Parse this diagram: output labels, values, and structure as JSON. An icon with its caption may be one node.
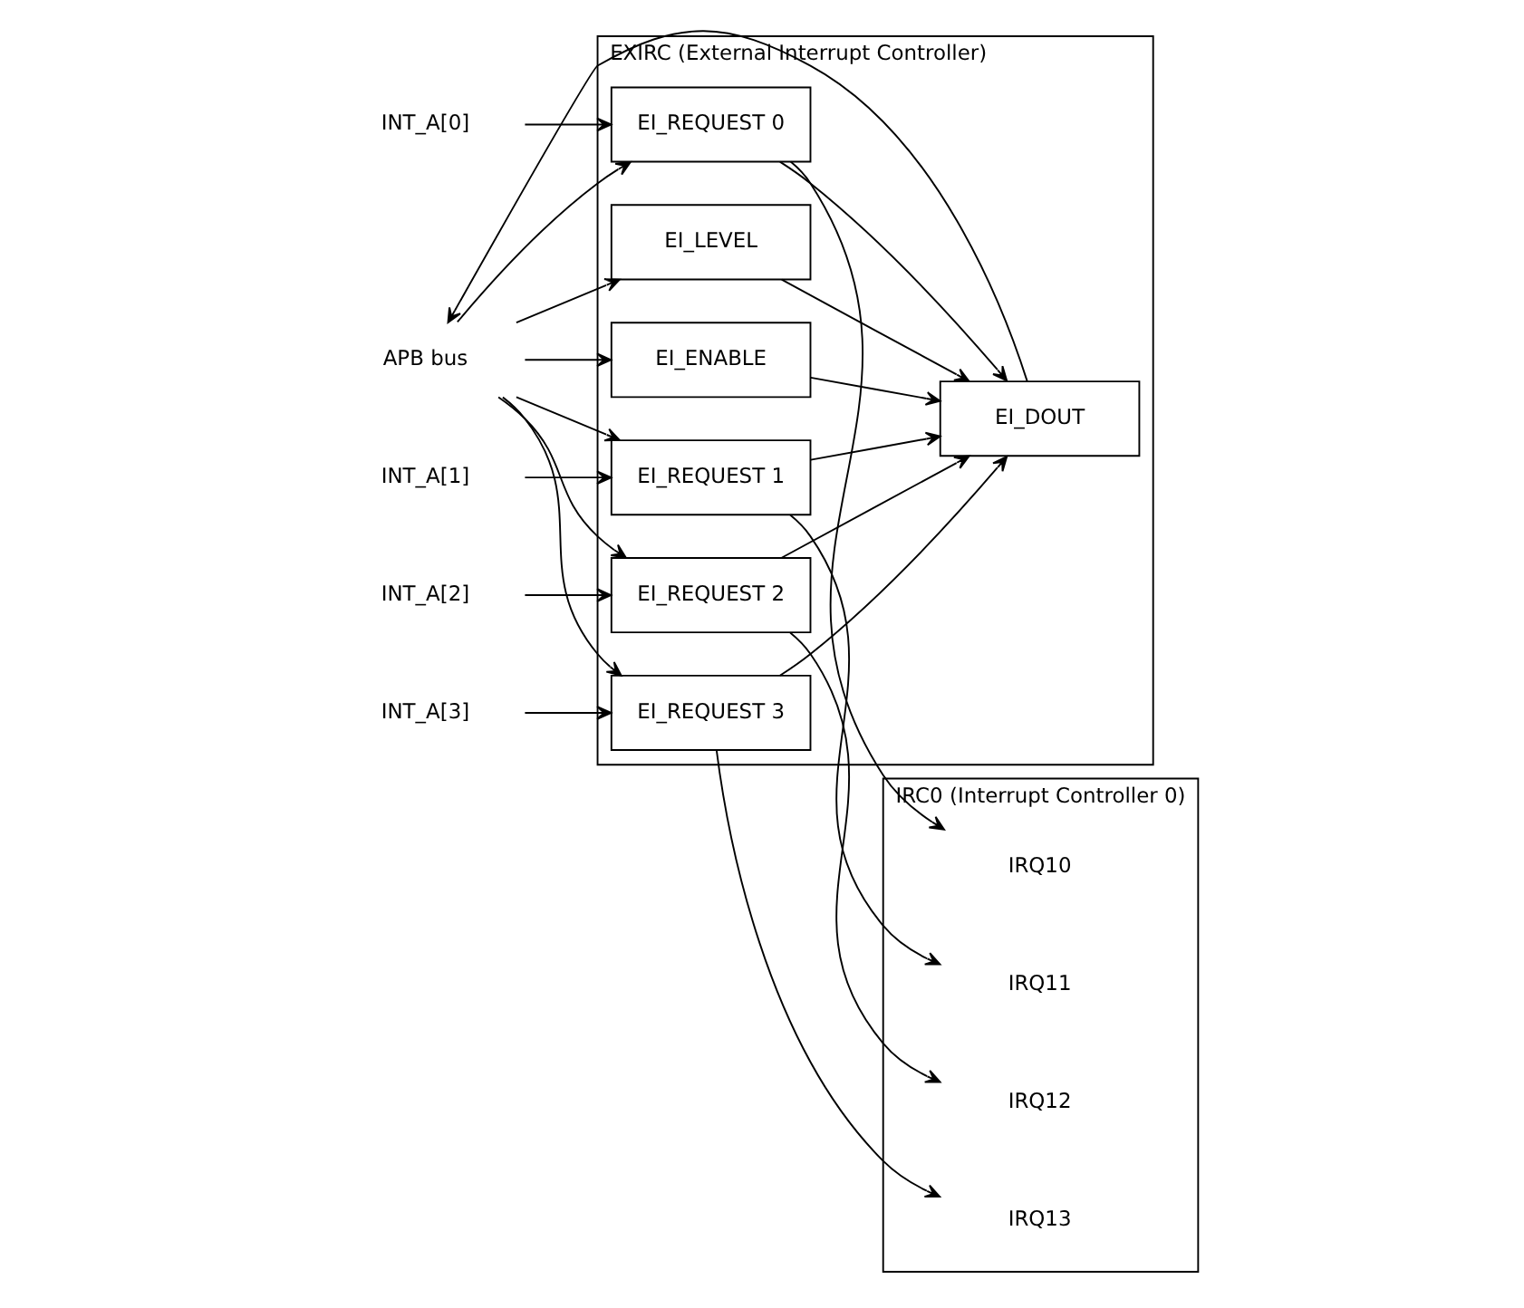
{
  "diagram": {
    "nodes": [
      {
        "text": [
          "EXIRC (External Interrupt Controller)"
        ]
      },
      {
        "text": [
          "EI_DOUT"
        ],
        "in": 0
      },
      {
        "text": [
          "EI_ENABLE"
        ],
        "in": 0
      },
      {
        "text": [
          "EI_LEVEL"
        ],
        "in": 0
      },
      {
        "text": [
          "EI_REQUEST 0"
        ],
        "in": 0
      },
      {
        "text": [
          "EI_REQUEST 1"
        ],
        "in": 0
      },
      {
        "text": [
          "EI_REQUEST 2"
        ],
        "in": 0
      },
      {
        "text": [
          "EI_REQUEST 3"
        ],
        "in": 0
      },
      {
        "text": [
          "IRC0 (Interrupt Controller 0)"
        ]
      },
      {
        "text": [
          "IRQ10"
        ],
        "in": 8
      },
      {
        "text": [
          "IRQ11"
        ],
        "in": 8
      },
      {
        "text": [
          "IRQ12"
        ],
        "in": 8
      },
      {
        "text": [
          "IRQ13"
        ],
        "in": 8
      },
      {
        "text": [
          "APB bus"
        ]
      },
      {
        "text": [
          "INT_A[0]"
        ]
      },
      {
        "text": [
          "INT_A[1]"
        ]
      },
      {
        "text": [
          "INT_A[2]"
        ]
      },
      {
        "text": [
          "INT_A[3]"
        ]
      }
    ],
    "edges": [
      {
        "from": 1,
        "to": 13,
        "arrow": "to"
      },
      {
        "from": 13,
        "to": 2,
        "arrow": "to"
      },
      {
        "from": 13,
        "to": 3,
        "arrow": "to"
      },
      {
        "from": 13,
        "to": 4,
        "arrow": "to"
      },
      {
        "from": 13,
        "to": 5,
        "arrow": "to"
      },
      {
        "from": 13,
        "to": 6,
        "arrow": "to"
      },
      {
        "from": 13,
        "to": 7,
        "arrow": "to"
      },
      {
        "from": 14,
        "to": 4,
        "arrow": "to"
      },
      {
        "from": 15,
        "to": 5,
        "arrow": "to"
      },
      {
        "from": 16,
        "to": 6,
        "arrow": "to"
      },
      {
        "from": 17,
        "to": 7,
        "arrow": "to"
      },
      {
        "from": 2,
        "to": 1,
        "arrow": "to"
      },
      {
        "from": 3,
        "to": 1,
        "arrow": "to"
      },
      {
        "from": 4,
        "to": 1,
        "arrow": "to"
      },
      {
        "from": 5,
        "to": 1,
        "arrow": "to"
      },
      {
        "from": 6,
        "to": 1,
        "arrow": "to"
      },
      {
        "from": 7,
        "to": 1,
        "arrow": "to"
      },
      {
        "from": 4,
        "to": 9,
        "arrow": "to"
      },
      {
        "from": 5,
        "to": 10,
        "arrow": "to"
      },
      {
        "from": 6,
        "to": 11,
        "arrow": "to"
      },
      {
        "from": 7,
        "to": 12,
        "arrow": "to"
      }
    ]
  }
}
